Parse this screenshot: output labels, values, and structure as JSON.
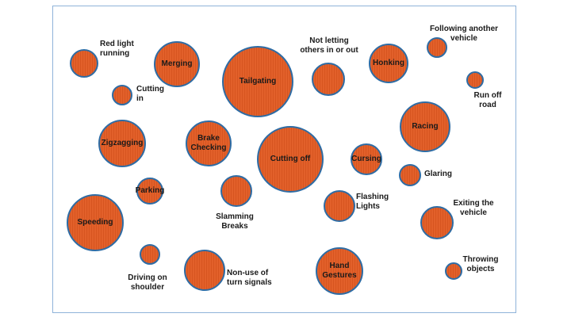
{
  "diagram": {
    "bubbles": {
      "red_light_running": {
        "label": "Red light\nrunning",
        "size": "small"
      },
      "merging": {
        "label": "Merging",
        "size": "medium"
      },
      "tailgating": {
        "label": "Tailgating",
        "size": "large"
      },
      "not_letting": {
        "label": "Not letting\nothers in or out",
        "size": "small"
      },
      "honking": {
        "label": "Honking",
        "size": "medium"
      },
      "following_another": {
        "label": "Following another\nvehicle",
        "size": "tiny"
      },
      "run_off_road": {
        "label": "Run off\nroad",
        "size": "tiny"
      },
      "cutting_in": {
        "label": "Cutting\nin",
        "size": "tiny"
      },
      "racing": {
        "label": "Racing",
        "size": "medium"
      },
      "zigzagging": {
        "label": "Zigzagging",
        "size": "medium"
      },
      "brake_checking": {
        "label": "Brake\nChecking",
        "size": "medium"
      },
      "cutting_off": {
        "label": "Cutting off",
        "size": "large"
      },
      "cursing": {
        "label": "Cursing",
        "size": "small"
      },
      "glaring": {
        "label": "Glaring",
        "size": "tiny"
      },
      "parking": {
        "label": "Parking",
        "size": "small"
      },
      "slamming_breaks": {
        "label": "Slamming\nBreaks",
        "size": "small"
      },
      "flashing_lights": {
        "label": "Flashing\nLights",
        "size": "small"
      },
      "exiting_vehicle": {
        "label": "Exiting the\nvehicle",
        "size": "small"
      },
      "speeding": {
        "label": "Speeding",
        "size": "medium-large"
      },
      "driving_shoulder": {
        "label": "Driving on\nshoulder",
        "size": "tiny"
      },
      "non_use_signals": {
        "label": "Non-use of\nturn signals",
        "size": "medium"
      },
      "hand_gestures": {
        "label": "Hand\nGestures",
        "size": "medium"
      },
      "throwing_objects": {
        "label": "Throwing\nobjects",
        "size": "tiny"
      }
    }
  },
  "colors": {
    "bubble_fill": "#e2602a",
    "bubble_stroke": "#2e6ca4",
    "frame_border": "#8fb3d9",
    "text": "#1a1a1a"
  }
}
